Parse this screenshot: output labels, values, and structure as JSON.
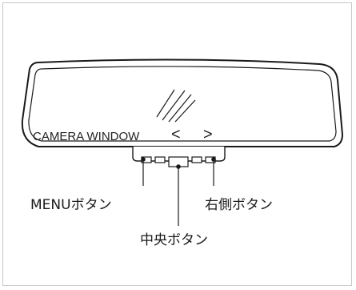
{
  "mirror": {
    "display_label": "CAMERA WINDOW",
    "left_arrow": "<",
    "right_arrow": ">"
  },
  "callouts": {
    "menu_button": "MENUボタン",
    "right_button": "右側ボタン",
    "center_button": "中央ボタン"
  }
}
